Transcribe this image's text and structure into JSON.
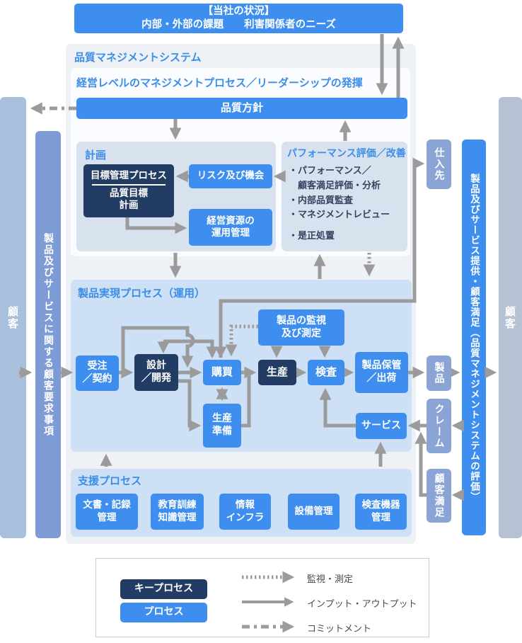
{
  "colors": {
    "process_blue": "#3E8EF0",
    "key_process_navy": "#233C63",
    "arrow_gray": "#9B9B9B",
    "inner_panel_gray_blue": "#D8E2EE",
    "inner_panel_blue": "#CDE0F6",
    "outer_panel": "#EEF2F7",
    "side_periwinkle": "#8AA4D6",
    "left_customer_bar": "#A9C0DD",
    "left_requirements_bar": "#7D9BD4",
    "right_customer_bar": "#B4C2D4",
    "heading_blue": "#3B8DE8"
  },
  "status_box": {
    "line1": "【当社の状況】",
    "line2": "内部・外部の課題　　利害関係者のニーズ"
  },
  "qms_label": "品質マネジメントシステム",
  "mgmt": {
    "label": "経営レベルのマネジメントプロセス／リーダーシップの発揮",
    "policy": "品質方針"
  },
  "plan": {
    "label": "計画",
    "goal_title": "目標管理プロセス",
    "goal_line1": "品質目標",
    "goal_line2": "計画",
    "risk": "リスク及び機会",
    "resource_line1": "経営資源の",
    "resource_line2": "運用管理"
  },
  "perf": {
    "label": "パフォーマンス評価／改善",
    "bullets": [
      "・パフォーマンス／",
      "　顧客満足評価・分析",
      "・内部品質監査",
      "・マネジメントレビュー",
      "・是正処置"
    ]
  },
  "realization": {
    "label": "製品実現プロセス（運用）",
    "monitor_line1": "製品の監視",
    "monitor_line2": "及び測定",
    "order_line1": "受注",
    "order_line2": "／契約",
    "design_line1": "設計",
    "design_line2": "／開発",
    "purchase": "購買",
    "production": "生産",
    "inspection": "検査",
    "storage_line1": "製品保管",
    "storage_line2": "／出荷",
    "prep_line1": "生産",
    "prep_line2": "準備",
    "service": "サービス"
  },
  "support": {
    "label": "支援プロセス",
    "boxes": [
      [
        "文書・記録",
        "管理"
      ],
      [
        "教育訓練",
        "知識管理"
      ],
      [
        "情報",
        "インフラ"
      ],
      [
        "設備管理",
        ""
      ],
      [
        "検査機器",
        "管理"
      ]
    ]
  },
  "sides": {
    "customer_left": "顧客",
    "requirements": "製品及びサービスに関する顧客要求事項",
    "supplier": "仕入先",
    "product": "製品",
    "claim": "クレーム",
    "satisfaction": "顧客満足",
    "provide": "製品及びサービス提供・顧客満足（品質マネジメントシステムの評価）",
    "customer_right": "顧客"
  },
  "legend": {
    "key_process": "キープロセス",
    "process": "プロセス",
    "monitor": "監視・測定",
    "io": "インプット・アウトプット",
    "commitment": "コミットメント"
  }
}
